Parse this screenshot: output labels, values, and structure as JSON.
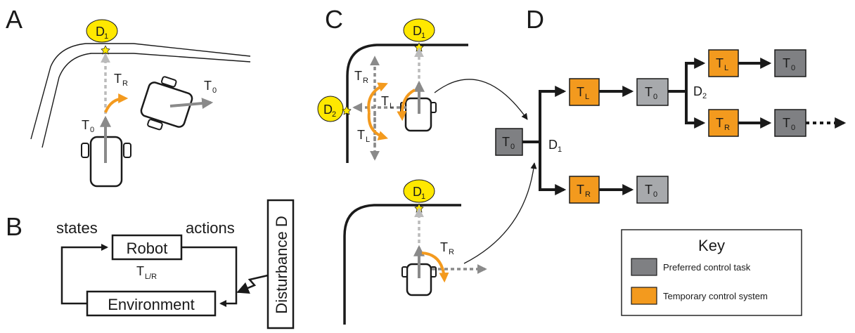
{
  "panels": {
    "a": "A",
    "b": "B",
    "c": "C",
    "d": "D"
  },
  "symbols": {
    "T": "T",
    "D": "D",
    "sub_0": "0",
    "sub_1": "1",
    "sub_2": "2",
    "sub_L": "L",
    "sub_R": "R",
    "sub_LR": "L/R"
  },
  "block_diagram": {
    "robot": "Robot",
    "environment": "Environment",
    "states": "states",
    "actions": "actions",
    "disturbance": "Disturbance D"
  },
  "key": {
    "title": "Key",
    "preferred": "Preferred control task",
    "temporary": "Temporary control system"
  },
  "colors": {
    "orange": "#F39A1E",
    "yellow": "#FFE800",
    "dark_gray": "#7F8083",
    "light_gray": "#A7A9AC",
    "arrow_gray": "#8A8A8A",
    "dash_gray": "#BBBBBB"
  }
}
